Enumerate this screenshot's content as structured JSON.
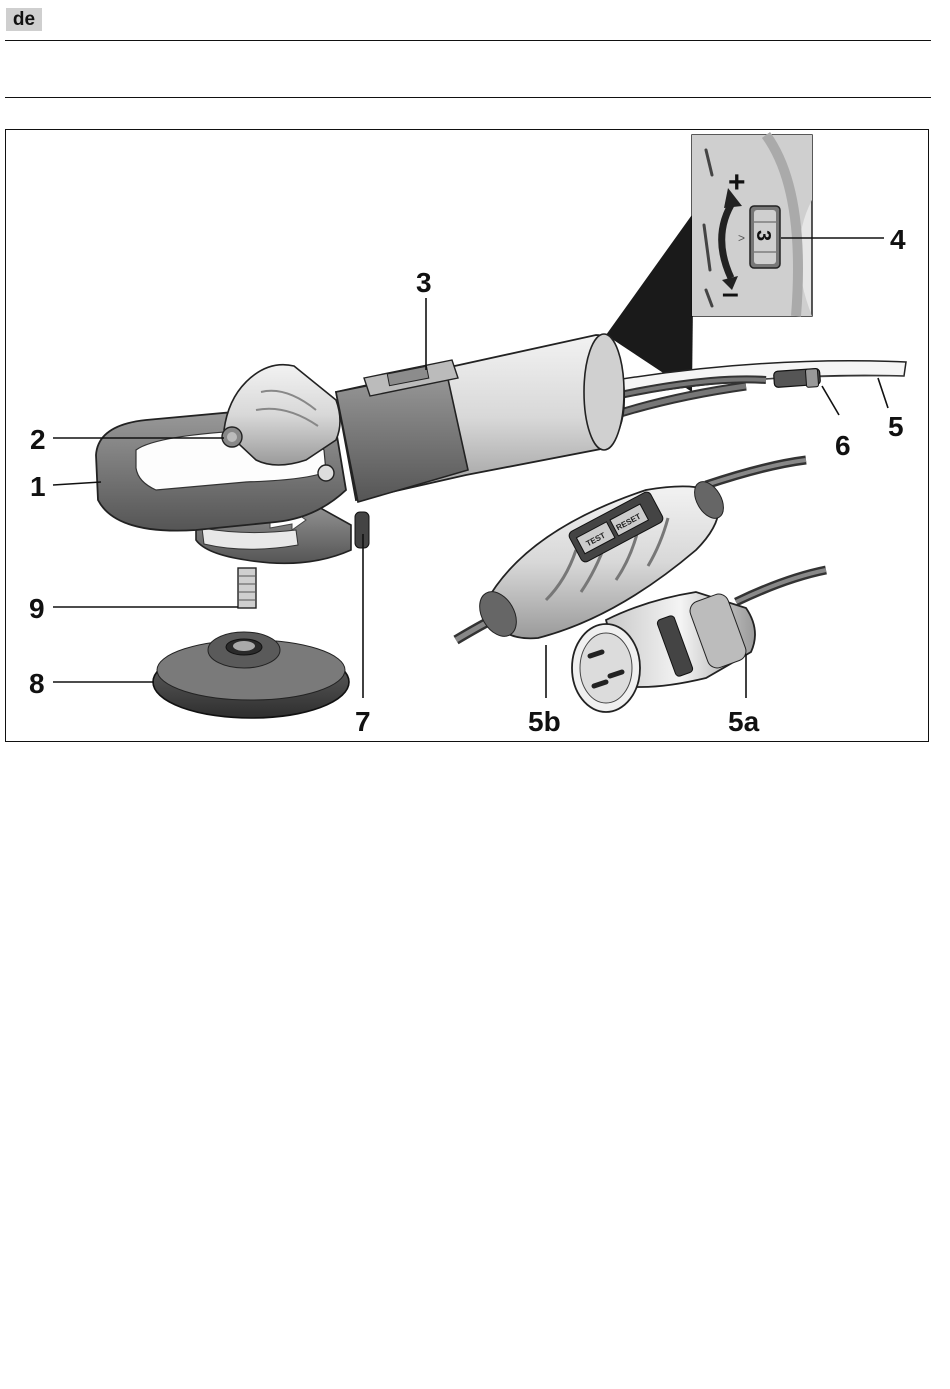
{
  "header": {
    "language_code": "de"
  },
  "figure": {
    "callouts": [
      {
        "id": "c1",
        "text": "1"
      },
      {
        "id": "c2",
        "text": "2"
      },
      {
        "id": "c3",
        "text": "3"
      },
      {
        "id": "c4",
        "text": "4"
      },
      {
        "id": "c5",
        "text": "5"
      },
      {
        "id": "c6",
        "text": "6"
      },
      {
        "id": "c7",
        "text": "7"
      },
      {
        "id": "c8",
        "text": "8"
      },
      {
        "id": "c9",
        "text": "9"
      },
      {
        "id": "c5a",
        "text": "5a"
      },
      {
        "id": "c5b",
        "text": "5b"
      }
    ],
    "inset": {
      "plus": "+",
      "minus": "–",
      "dial_value": "3"
    },
    "prcd_buttons": {
      "test": "TEST",
      "reset": "RESET"
    }
  }
}
